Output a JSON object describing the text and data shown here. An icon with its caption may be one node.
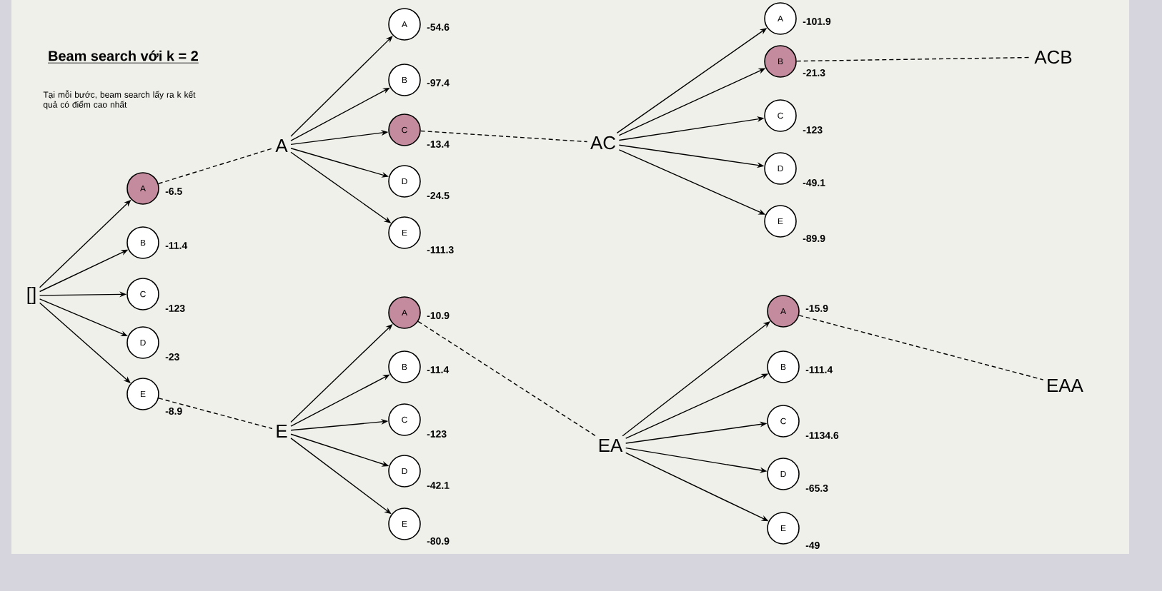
{
  "diagram": {
    "title": "Beam search với k = 2",
    "nodes": [
      {
        "text": [
          "[]"
        ]
      },
      {
        "text": [
          "A"
        ],
        "beside": [
          "-6.5"
        ]
      },
      {
        "text": [
          "B"
        ],
        "beside": [
          "-11.4"
        ]
      },
      {
        "text": [
          "C"
        ],
        "beside": [
          "-123"
        ]
      },
      {
        "text": [
          "D"
        ],
        "beside": [
          "-23"
        ]
      },
      {
        "text": [
          "E"
        ],
        "beside": [
          "-8.9"
        ]
      },
      {
        "text": [
          "A"
        ]
      },
      {
        "text": [
          "E"
        ]
      },
      {
        "text": [
          "A"
        ],
        "beside": [
          "-54.6"
        ]
      },
      {
        "text": [
          "B"
        ],
        "beside": [
          "-97.4"
        ]
      },
      {
        "text": [
          "C"
        ],
        "beside": [
          "-13.4"
        ]
      },
      {
        "text": [
          "D"
        ],
        "beside": [
          "-24.5"
        ]
      },
      {
        "text": [
          "E"
        ],
        "beside": [
          "-111.3"
        ]
      },
      {
        "text": [
          "A"
        ],
        "beside": [
          "-10.9"
        ]
      },
      {
        "text": [
          "B"
        ],
        "beside": [
          "-11.4"
        ]
      },
      {
        "text": [
          "C"
        ],
        "beside": [
          "-123"
        ]
      },
      {
        "text": [
          "D"
        ],
        "beside": [
          "-42.1"
        ]
      },
      {
        "text": [
          "E"
        ],
        "beside": [
          "-80.9"
        ]
      },
      {
        "text": [
          "AC"
        ]
      },
      {
        "text": [
          "EA"
        ]
      },
      {
        "text": [
          "A"
        ],
        "beside": [
          "-101.9"
        ]
      },
      {
        "text": [
          "B"
        ],
        "beside": [
          "-21.3"
        ]
      },
      {
        "text": [
          "C"
        ],
        "beside": [
          "-123"
        ]
      },
      {
        "text": [
          "D"
        ],
        "beside": [
          "-49.1"
        ]
      },
      {
        "text": [
          "E"
        ],
        "beside": [
          "-89.9"
        ]
      },
      {
        "text": [
          "A"
        ],
        "beside": [
          "-15.9"
        ]
      },
      {
        "text": [
          "B"
        ],
        "beside": [
          "-111.4"
        ]
      },
      {
        "text": [
          "C"
        ],
        "beside": [
          "-1134.6"
        ]
      },
      {
        "text": [
          "D"
        ],
        "beside": [
          "-65.3"
        ]
      },
      {
        "text": [
          "E"
        ],
        "beside": [
          "-49"
        ]
      },
      {
        "text": [
          "ACB"
        ]
      },
      {
        "text": [
          "EAA"
        ]
      }
    ],
    "edges": [
      {
        "from": 0,
        "to": 1,
        "arrow": "to"
      },
      {
        "from": 0,
        "to": 2,
        "arrow": "to"
      },
      {
        "from": 0,
        "to": 3,
        "arrow": "to"
      },
      {
        "from": 0,
        "to": 4,
        "arrow": "to"
      },
      {
        "from": 0,
        "to": 5,
        "arrow": "to"
      },
      {
        "from": 1,
        "to": 6,
        "arrow": "none",
        "style": "dashed"
      },
      {
        "from": 5,
        "to": 7,
        "arrow": "none",
        "style": "dashed"
      },
      {
        "from": 6,
        "to": 8,
        "arrow": "to"
      },
      {
        "from": 6,
        "to": 9,
        "arrow": "to"
      },
      {
        "from": 6,
        "to": 10,
        "arrow": "to"
      },
      {
        "from": 6,
        "to": 11,
        "arrow": "to"
      },
      {
        "from": 6,
        "to": 12,
        "arrow": "to"
      },
      {
        "from": 7,
        "to": 13,
        "arrow": "to"
      },
      {
        "from": 7,
        "to": 14,
        "arrow": "to"
      },
      {
        "from": 7,
        "to": 15,
        "arrow": "to"
      },
      {
        "from": 7,
        "to": 16,
        "arrow": "to"
      },
      {
        "from": 7,
        "to": 17,
        "arrow": "to"
      },
      {
        "from": 10,
        "to": 18,
        "arrow": "none",
        "style": "dashed"
      },
      {
        "from": 13,
        "to": 19,
        "arrow": "none",
        "style": "dashed"
      },
      {
        "from": 18,
        "to": 20,
        "arrow": "to"
      },
      {
        "from": 18,
        "to": 21,
        "arrow": "to"
      },
      {
        "from": 18,
        "to": 22,
        "arrow": "to"
      },
      {
        "from": 18,
        "to": 23,
        "arrow": "to"
      },
      {
        "from": 18,
        "to": 24,
        "arrow": "to"
      },
      {
        "from": 19,
        "to": 25,
        "arrow": "to"
      },
      {
        "from": 19,
        "to": 26,
        "arrow": "to"
      },
      {
        "from": 19,
        "to": 27,
        "arrow": "to"
      },
      {
        "from": 19,
        "to": 28,
        "arrow": "to"
      },
      {
        "from": 19,
        "to": 29,
        "arrow": "to"
      },
      {
        "from": 21,
        "to": 30,
        "arrow": "none",
        "style": "dashed"
      },
      {
        "from": 25,
        "to": 31,
        "arrow": "none",
        "style": "dashed"
      }
    ],
    "labels": [
      "Tại mỗi bước, beam search lấy ra k kết quả có điểm cao nhất"
    ]
  }
}
